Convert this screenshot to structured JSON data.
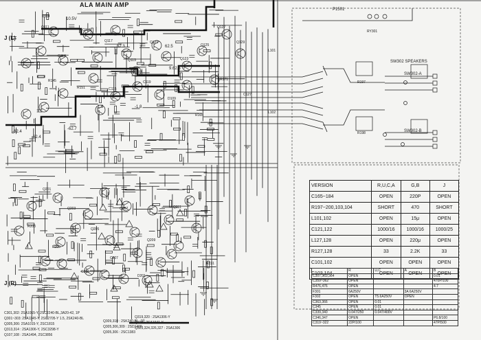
{
  "diagram": {
    "section_title": "ALA MAIN AMP",
    "channel_left": "J (L)",
    "channel_right": "J (R)",
    "speaker_title": "SW302 SPEAKERS",
    "speaker_switch_a": "SW302-A",
    "speaker_switch_b": "SW302-B",
    "ref_p1501": "P1501",
    "rail_labels": [
      "-62.4",
      "-62.4",
      "62.3",
      "62.5",
      "-1.8",
      "-1.8",
      "10.5V",
      "9.62.5",
      "-62.7"
    ],
    "small_labels": [
      "Q111",
      "Q113",
      "Q115",
      "Q117",
      "Q119",
      "Q121",
      "Q123",
      "Q125",
      "Q127",
      "Q129",
      "R145",
      "R151",
      "C115",
      "C119",
      "D109",
      "R165",
      "R171",
      "C127",
      "Q201",
      "Q203",
      "Q205",
      "Q207",
      "Q209",
      "Q211",
      "R203",
      "R209",
      "C201",
      "C207",
      "D201",
      "R231",
      "L101",
      "L102",
      "R197",
      "R198",
      "RY301"
    ],
    "bottom_notes": [
      "C301,302: 2SA1015-Y, 2SC2240-BL,3A20-42, 1P",
      "Q301~303: 2SA1145-Y, 2SC2705-Y 1.5, 2SK240-BL",
      "Q305,306: 2SA1015-Y, 2SC1815",
      "Q313,314 : 2SA1306-Y, 2SC3298-Y",
      "Q107,108 : 2SA1494, 2SC3856",
      "Q309,310 : 2SK240-BL, 1P",
      "Q305,306,309 : 2SD1409",
      "Q305,306 : 2SC1383",
      "Q319,320 : 2SA1306-Y",
      "Q321 : 2SA1941-Y",
      "Q323,324,326,327 : 2SA1306"
    ]
  },
  "version_table": {
    "headers": [
      "VERSION",
      "R,U,C,A",
      "G,B",
      "J"
    ],
    "rows": [
      [
        "C165~184",
        "OPEN",
        "220P",
        "OPEN"
      ],
      [
        "R197~200,103,104",
        "SHORT",
        "470",
        "SHORT"
      ],
      [
        "L101,102",
        "OPEN",
        "15μ",
        "OPEN"
      ],
      [
        "C121,122",
        "1000/16",
        "1000/16",
        "1000/25"
      ],
      [
        "L127,128",
        "OPEN",
        "220μ",
        "OPEN"
      ],
      [
        "R127,128",
        "33",
        "2.2K",
        "33"
      ],
      [
        "C101,102",
        "OPEN",
        "OPEN",
        "OPEN"
      ],
      [
        "C103,104",
        "OPEN",
        "OPEN",
        "OPEN"
      ]
    ]
  },
  "small_table": {
    "headers": [
      "",
      "R",
      "U,C",
      "A",
      "B"
    ],
    "rows": [
      [
        "C357,363,364",
        "OPEN",
        "",
        "",
        "0.01"
      ],
      [
        "C359~362",
        "OPEN",
        "",
        "",
        "470P/100"
      ],
      [
        "R476,476",
        "OPEN",
        "",
        "",
        "4.7"
      ],
      [
        "F301",
        "6A250V",
        "",
        "3A 6A250V",
        ""
      ],
      [
        "F302",
        "OPEN",
        "T5.6A250V",
        "OPEN",
        ""
      ],
      [
        "C363,366",
        "OPEN",
        "0.01",
        "",
        ""
      ],
      [
        "C345",
        "OPEN",
        "0.01",
        "",
        ""
      ],
      [
        "C339,340",
        "0.047/250",
        "0.047/400V",
        "",
        ""
      ],
      [
        "C346,347",
        "OPEN",
        "",
        "",
        "P6.8/100"
      ],
      [
        "C319~322",
        "22P/100",
        "",
        "",
        "47P/500"
      ]
    ]
  }
}
